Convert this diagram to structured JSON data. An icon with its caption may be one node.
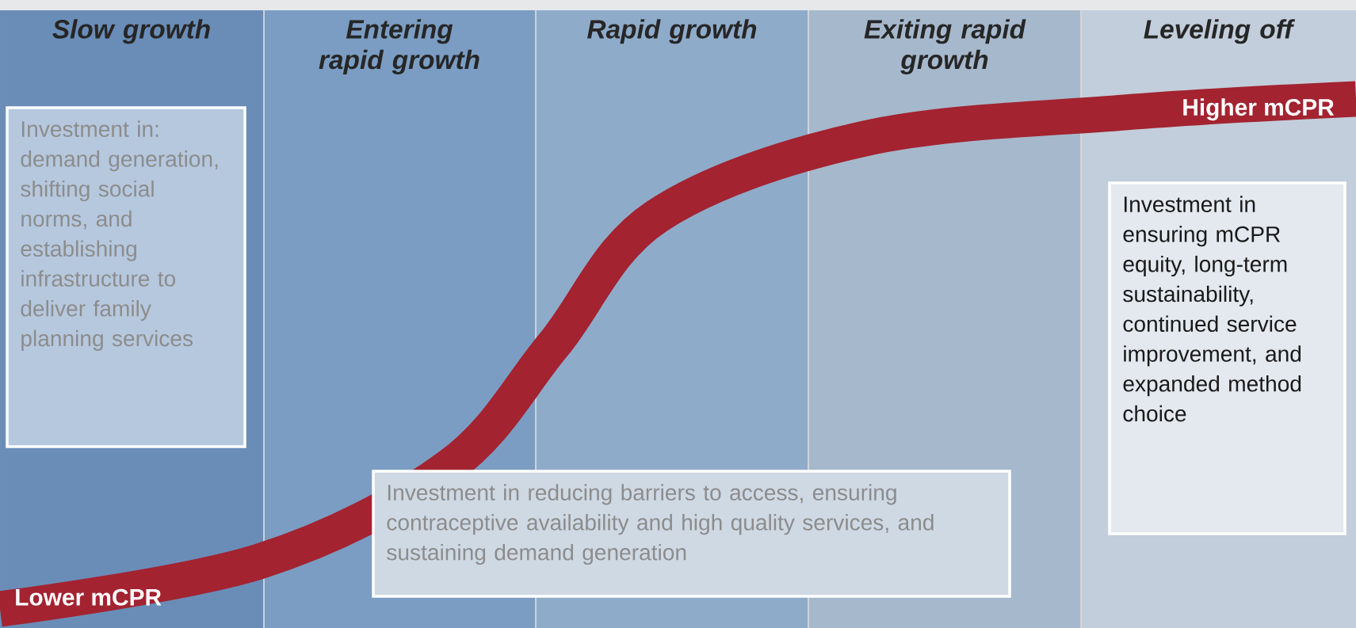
{
  "diagram": {
    "nodes": [
      {
        "text": [
          "Slow growth"
        ]
      },
      {
        "text": [
          "Entering rapid growth"
        ]
      },
      {
        "text": [
          "Rapid growth"
        ]
      },
      {
        "text": [
          "Exiting rapid growth"
        ]
      },
      {
        "text": [
          "Leveling off"
        ]
      },
      {
        "text": [
          "Investment in: demand generation, shifting social norms, and establishing infrastructure to deliver family planning services"
        ],
        "in": 0
      },
      {
        "text": [
          "Investment in reducing barriers to access, ensuring contraceptive availability and high quality services, and sustaining demand generation"
        ]
      },
      {
        "text": [
          "Investment in ensuring mCPR equity, long-term sustainability, continued service improvement, and expanded method choice"
        ],
        "in": 4
      }
    ],
    "labels": [
      "Higher mCPR",
      "Lower mCPR"
    ]
  }
}
